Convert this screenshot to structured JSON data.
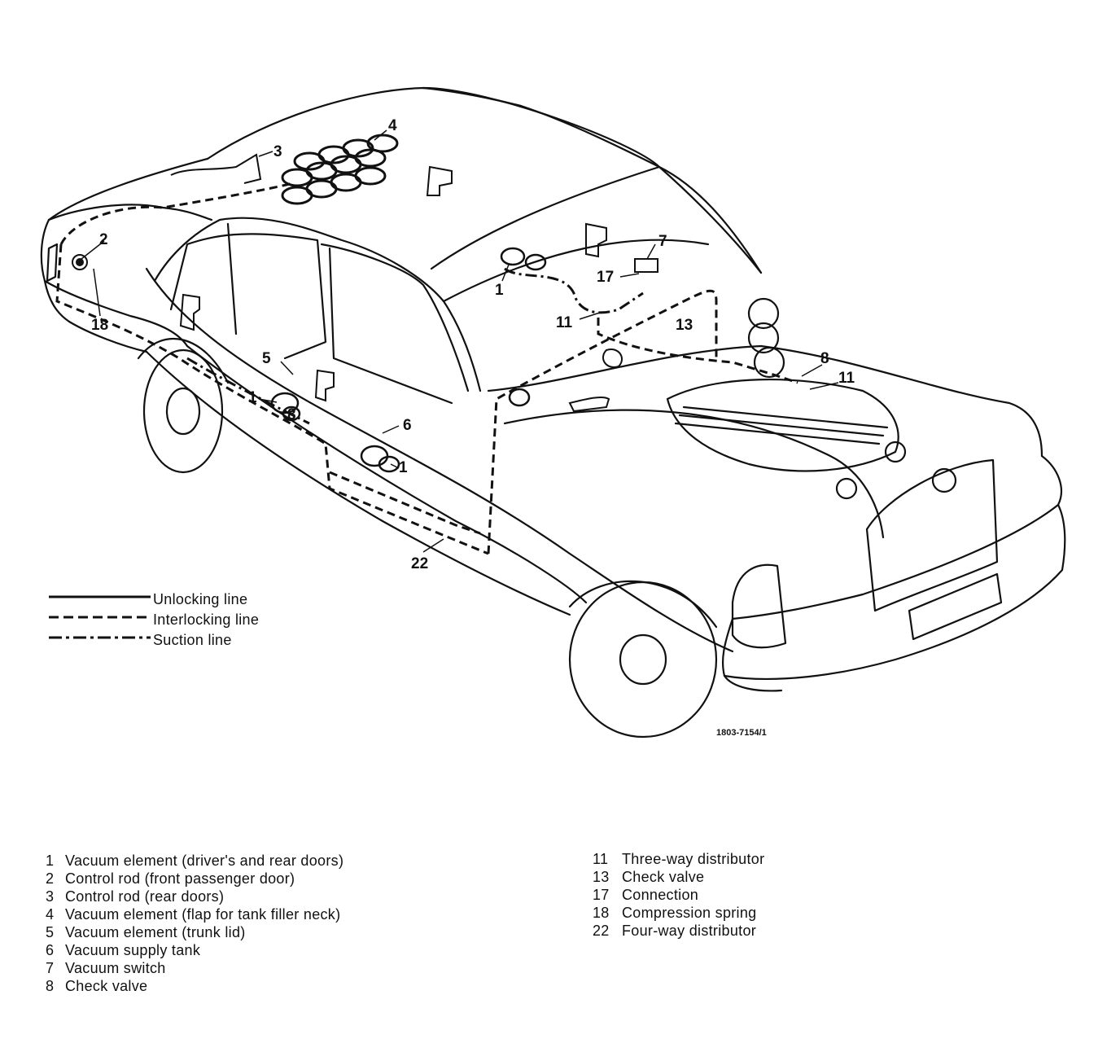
{
  "callouts": [
    {
      "id": "c1a",
      "text": "1"
    },
    {
      "id": "c1b",
      "text": "1"
    },
    {
      "id": "c1c",
      "text": "1"
    },
    {
      "id": "c2",
      "text": "2"
    },
    {
      "id": "c3",
      "text": "3"
    },
    {
      "id": "c4",
      "text": "4"
    },
    {
      "id": "c5",
      "text": "5"
    },
    {
      "id": "c6",
      "text": "6"
    },
    {
      "id": "c7",
      "text": "7"
    },
    {
      "id": "c8a",
      "text": "8"
    },
    {
      "id": "c8b",
      "text": "8"
    },
    {
      "id": "c11a",
      "text": "11"
    },
    {
      "id": "c11b",
      "text": "11"
    },
    {
      "id": "c13",
      "text": "13"
    },
    {
      "id": "c17",
      "text": "17"
    },
    {
      "id": "c18",
      "text": "18"
    },
    {
      "id": "c22",
      "text": "22"
    }
  ],
  "legend": [
    {
      "label": "Unlocking line",
      "style": "solid"
    },
    {
      "label": "Interlocking line",
      "style": "dashed"
    },
    {
      "label": "Suction line",
      "style": "dash-dot"
    }
  ],
  "figure_id": "1803-7154/1",
  "parts_left": [
    {
      "num": "1",
      "desc": "Vacuum element (driver's and rear doors)"
    },
    {
      "num": "2",
      "desc": "Control rod (front passenger door)"
    },
    {
      "num": "3",
      "desc": "Control rod (rear doors)"
    },
    {
      "num": "4",
      "desc": "Vacuum element (flap for tank filler neck)"
    },
    {
      "num": "5",
      "desc": "Vacuum element (trunk lid)"
    },
    {
      "num": "6",
      "desc": "Vacuum supply tank"
    },
    {
      "num": "7",
      "desc": "Vacuum switch"
    },
    {
      "num": "8",
      "desc": "Check valve"
    }
  ],
  "parts_right": [
    {
      "num": "11",
      "desc": "Three-way distributor"
    },
    {
      "num": "13",
      "desc": "Check valve"
    },
    {
      "num": "17",
      "desc": "Connection"
    },
    {
      "num": "18",
      "desc": "Compression spring"
    },
    {
      "num": "22",
      "desc": "Four-way distributor"
    }
  ],
  "colors": {
    "ink": "#111111",
    "paper": "#ffffff"
  }
}
